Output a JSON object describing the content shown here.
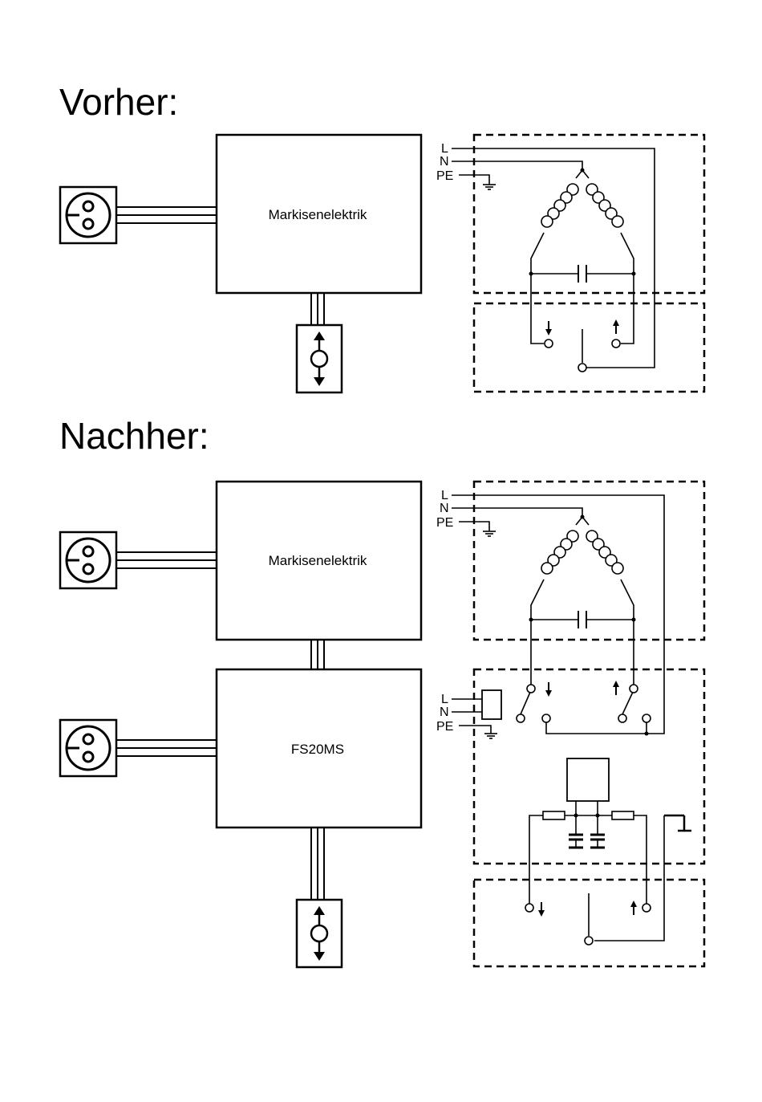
{
  "headings": {
    "before": "Vorher:",
    "after": "Nachher:"
  },
  "blocks": {
    "markise_before": "Markisenelektrik",
    "markise_after": "Markisenelektrik",
    "fs20ms": "FS20MS"
  },
  "terminals": {
    "l": "L",
    "n": "N",
    "pe": "PE"
  },
  "icons": [
    "power-socket-icon",
    "up-down-switch-icon",
    "ground-icon",
    "motor-coil-icon",
    "capacitor-icon",
    "relay-icon",
    "resistor-icon",
    "arrow-up-icon",
    "arrow-down-icon"
  ],
  "colors": {
    "line": "#000000",
    "background": "#ffffff"
  }
}
